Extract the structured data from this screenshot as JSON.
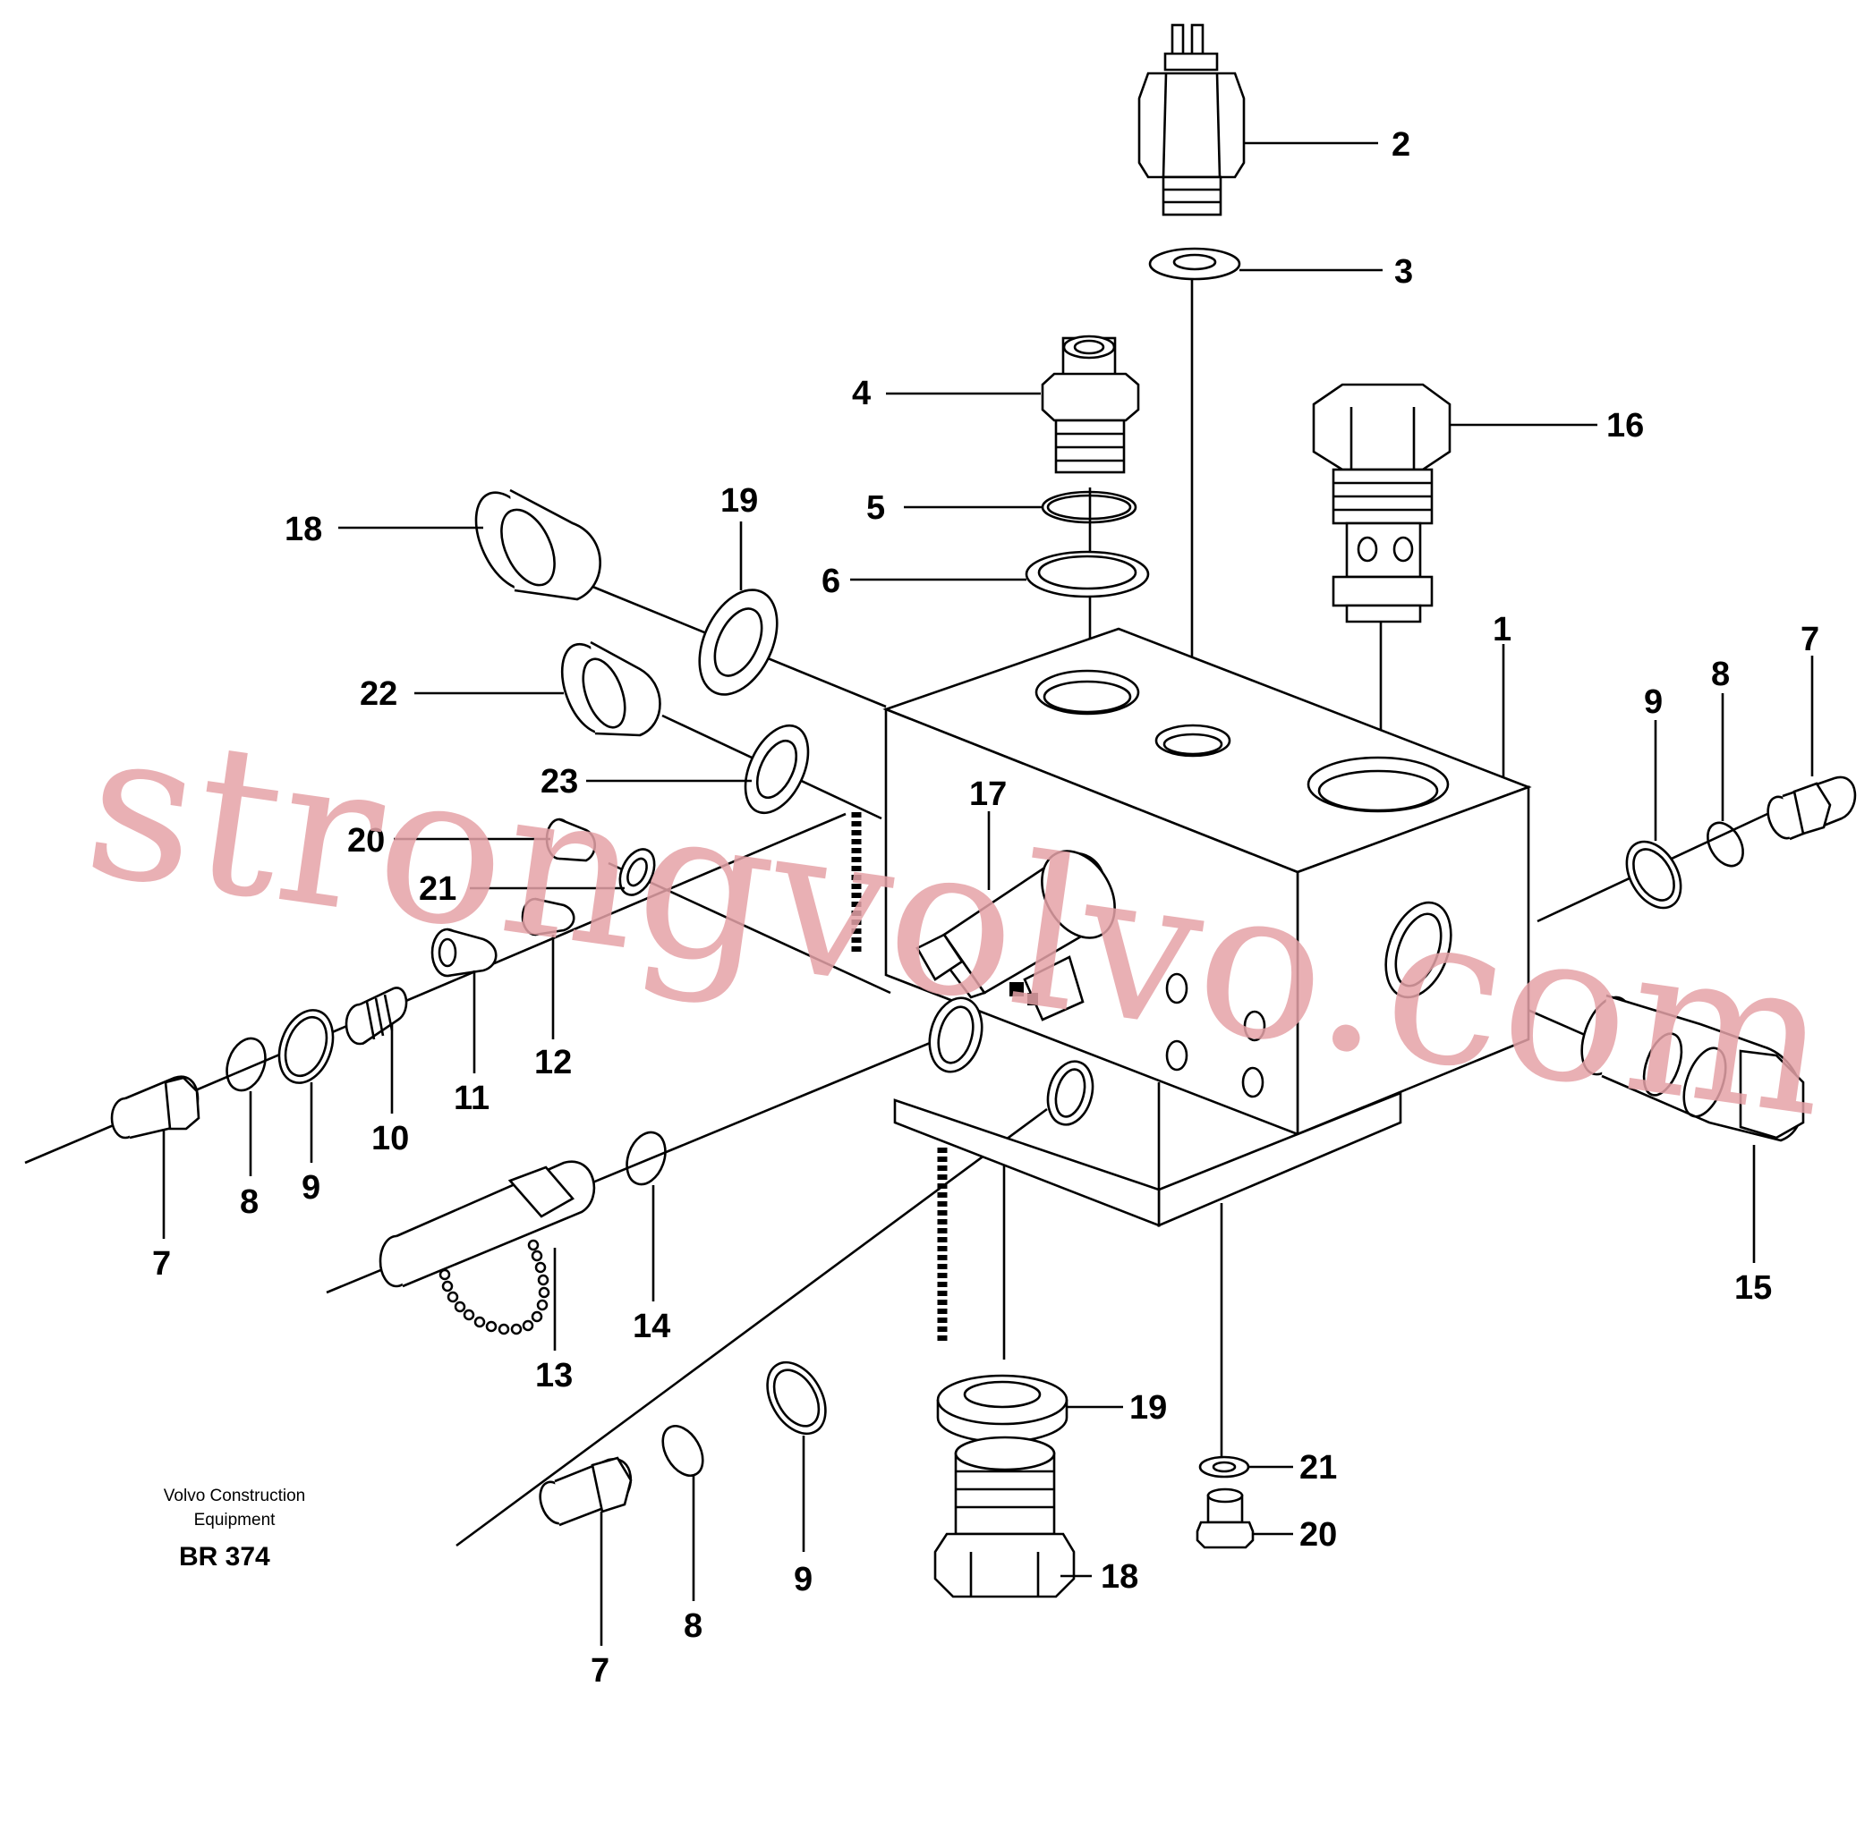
{
  "callouts": {
    "c2": "2",
    "c3": "3",
    "c4": "4",
    "c16": "16",
    "c5": "5",
    "c19a": "19",
    "c18a": "18",
    "c6": "6",
    "c1": "1",
    "c7a": "7",
    "c22": "22",
    "c9a": "9",
    "c8a": "8",
    "c23": "23",
    "c17": "17",
    "c20a": "20",
    "c21a": "21",
    "c12": "12",
    "c11": "11",
    "c10": "10",
    "c9b": "9",
    "c8b": "8",
    "c7b": "7",
    "c14": "14",
    "c13": "13",
    "c15": "15",
    "c19b": "19",
    "c21b": "21",
    "c20b": "20",
    "c18b": "18",
    "c9c": "9",
    "c8c": "8",
    "c7c": "7"
  },
  "footer": {
    "company_line1": "Volvo Construction",
    "company_line2": "Equipment",
    "code": "BR 374"
  },
  "watermark": "strongvolvo.com",
  "colors": {
    "ink": "#000000",
    "background": "#ffffff",
    "watermark": "#e6a3a8"
  }
}
